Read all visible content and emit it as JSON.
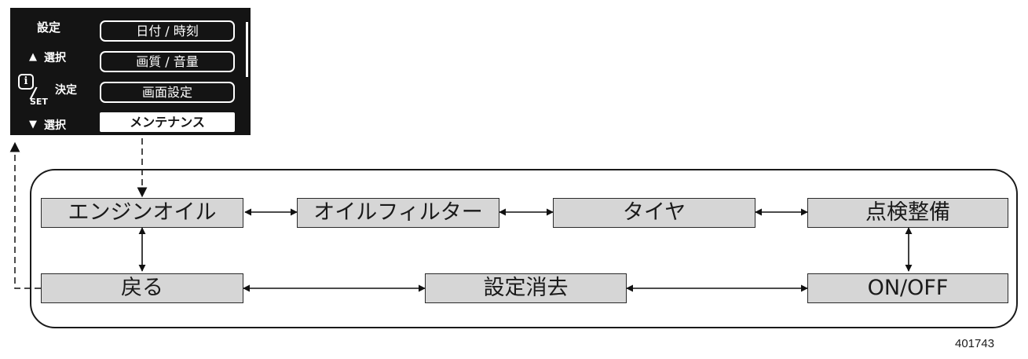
{
  "panel": {
    "labels": {
      "settings": "設定",
      "select_up": "選択",
      "set_label": "SET",
      "decide": "決定",
      "select_down": "選択"
    },
    "menu": [
      {
        "label": "日付 / 時刻",
        "selected": false
      },
      {
        "label": "画質 / 音量",
        "selected": false
      },
      {
        "label": "画面設定",
        "selected": false
      },
      {
        "label": "メンテナンス",
        "selected": true
      }
    ]
  },
  "flow": {
    "nodes": {
      "engine_oil": "エンジンオイル",
      "oil_filter": "オイルフィルター",
      "tire": "タイヤ",
      "inspection": "点検整備",
      "back": "戻る",
      "reset": "設定消去",
      "on_off": "ON/OFF"
    }
  },
  "figure_id": "401743"
}
